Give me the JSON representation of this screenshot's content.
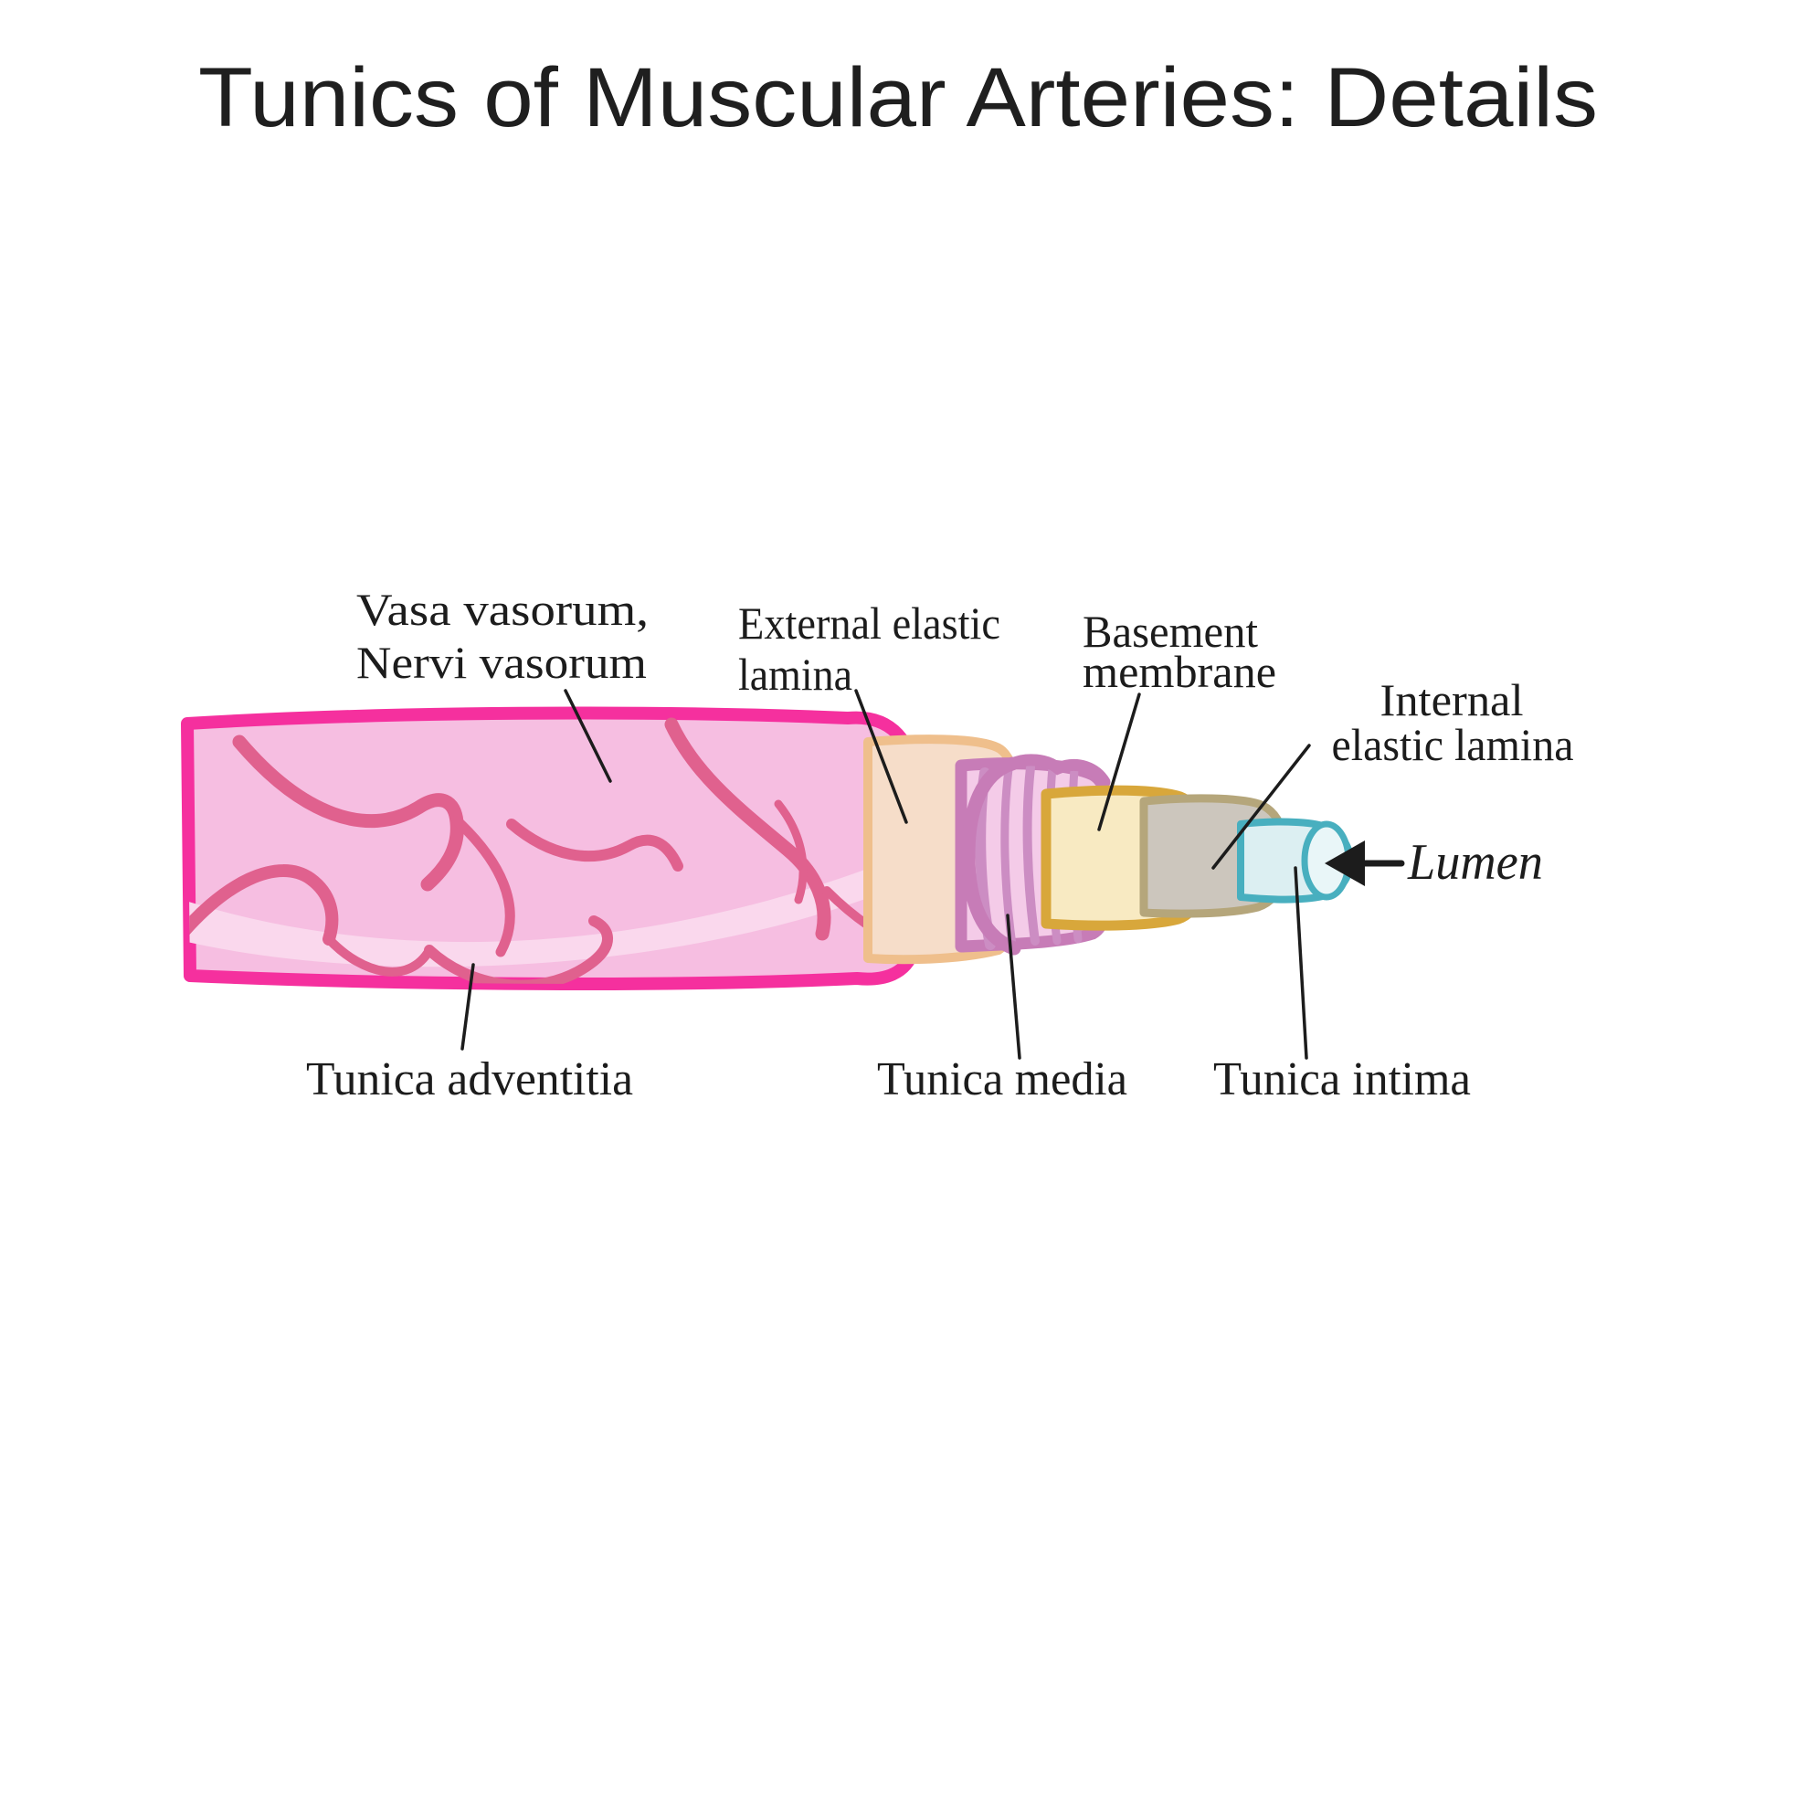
{
  "title": "Tunics of Muscular Arteries: Details",
  "labels": {
    "vasa_vasorum": {
      "line1": "Vasa vasorum,",
      "line2": "Nervi vasorum"
    },
    "external_elastic_lamina": {
      "line1": "External elastic",
      "line2": "lamina"
    },
    "basement_membrane": {
      "line1": "Basement",
      "line2": "membrane"
    },
    "internal_elastic_lamina": {
      "line1": "Internal",
      "line2": "elastic lamina"
    },
    "lumen": "Lumen",
    "tunica_adventitia": "Tunica adventitia",
    "tunica_media": "Tunica media",
    "tunica_intima": "Tunica intima"
  },
  "colors": {
    "background": "#ffffff",
    "title_text": "#1f1f1f",
    "label_text": "#1c1c1c",
    "leader_line": "#1c1c1c",
    "adventitia_fill": "#F6BEE1",
    "adventitia_stroke": "#F5309E",
    "vessel": "#E0618E",
    "highlight": "#FAD8ED",
    "external_lamina_fill": "#F6DDC9",
    "external_lamina_stroke": "#EFBF8C",
    "media_fill": "#F4CBE8",
    "media_stroke": "#C77CB7",
    "media_stripe": "#CC8DC3",
    "basement_fill": "#F8EAC2",
    "basement_stroke": "#D8A73B",
    "internal_lamina_fill": "#CCC6BD",
    "internal_lamina_stroke": "#B5A67B",
    "lumen_fill": "#DCEFF2",
    "lumen_cap_fill": "#E9F6F8",
    "lumen_stroke": "#48AFBF"
  }
}
